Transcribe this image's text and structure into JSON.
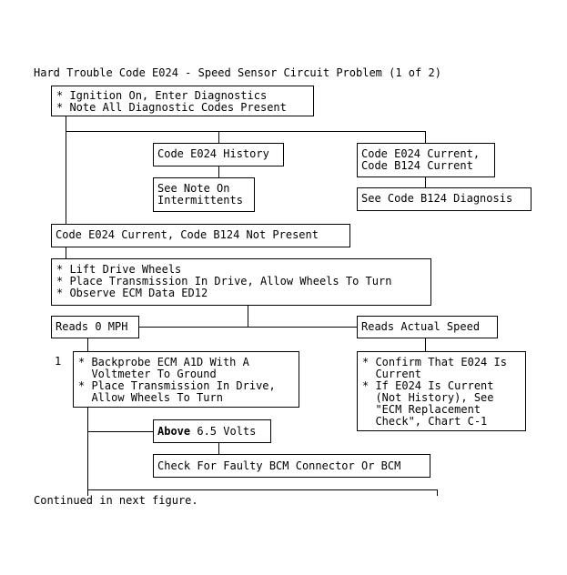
{
  "title": "Hard Trouble Code E024 - Speed Sensor Circuit Problem (1 of 2)",
  "boxes": {
    "start_1": "* Ignition On, Enter Diagnostics",
    "start_2": "* Note All Diagnostic Codes Present",
    "history": "Code E024 History",
    "current_1": "Code E024 Current,",
    "current_2": "Code B124 Current",
    "intermittent_1": "See Note On",
    "intermittent_2": "Intermittents",
    "b124_diag": "See Code B124 Diagnosis",
    "e024_only": "Code E024 Current, Code B124 Not Present",
    "lift_1": "* Lift Drive Wheels",
    "lift_2": "* Place Transmission In Drive, Allow Wheels To Turn",
    "lift_3": "* Observe ECM Data ED12",
    "reads_zero": "Reads 0 MPH",
    "reads_actual": "Reads Actual Speed",
    "step_number": "1",
    "backprobe_1": "* Backprobe ECM A1D With A",
    "backprobe_2": "  Voltmeter To Ground",
    "backprobe_3": "* Place Transmission In Drive,",
    "backprobe_4": "  Allow Wheels To Turn",
    "confirm_1": "* Confirm That E024 Is",
    "confirm_2": "  Current",
    "confirm_3": "* If E024 Is Current",
    "confirm_4": "  (Not History), See",
    "confirm_5": "  \"ECM Replacement",
    "confirm_6": "  Check\", Chart C-1",
    "above_bold": "Above",
    "above_rest": " 6.5 Volts",
    "faulty": "Check For Faulty BCM Connector Or BCM"
  },
  "footer": "Continued in next figure."
}
